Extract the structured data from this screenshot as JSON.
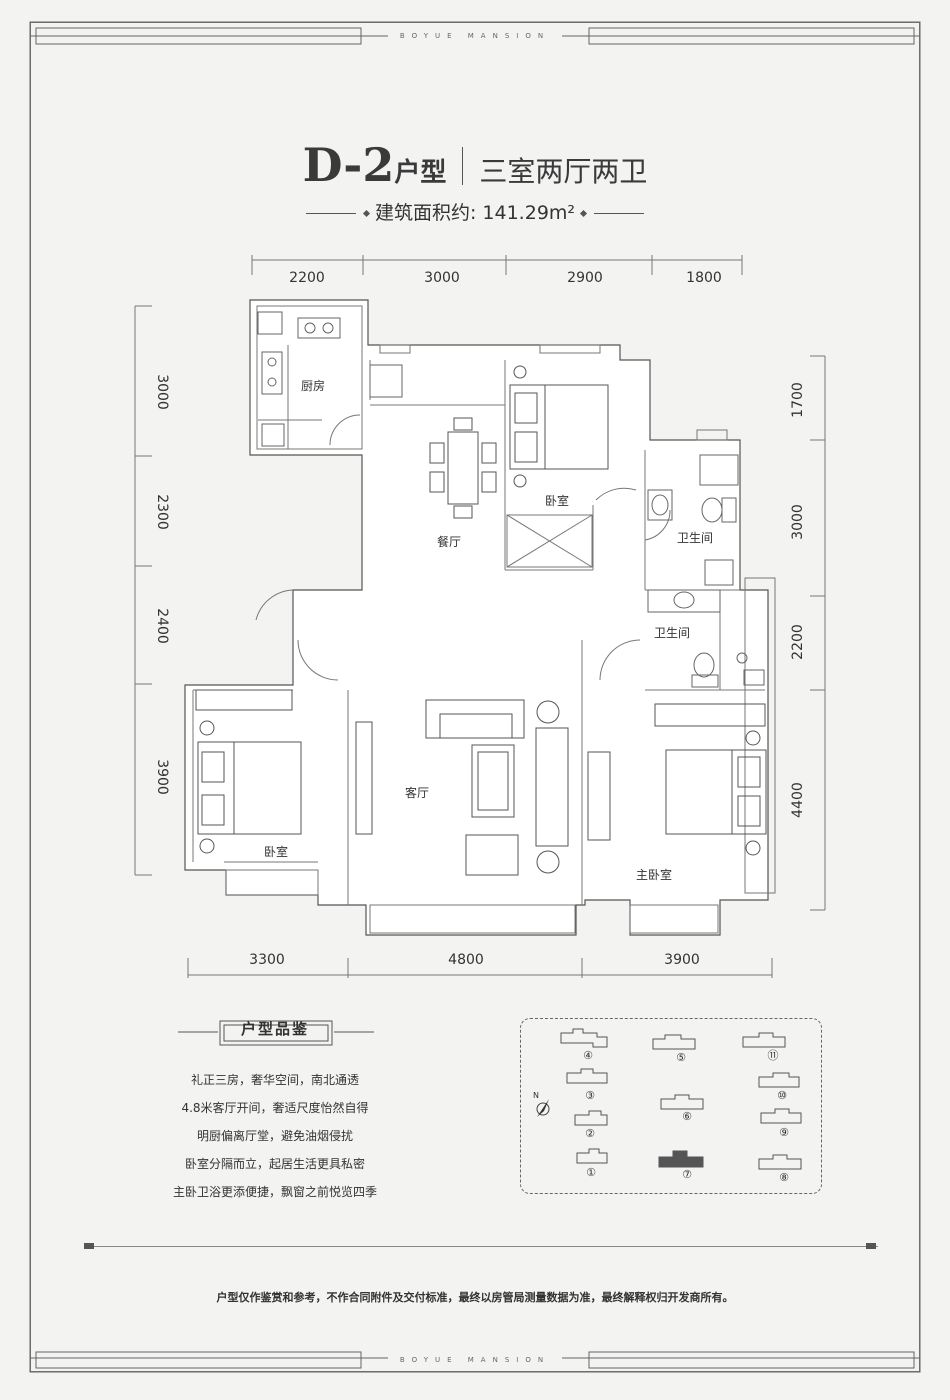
{
  "brand": "BOYUE MANSION",
  "unit": {
    "code": "D-2",
    "suffix": "户型",
    "rooms": "三室两厅两卫",
    "area_label": "建筑面积约:",
    "area_value": "141.29m²"
  },
  "dims": {
    "top": [
      "2200",
      "3000",
      "2900",
      "1800"
    ],
    "bottom": [
      "3300",
      "4800",
      "3900"
    ],
    "left": [
      "3000",
      "2300",
      "2400",
      "3900"
    ],
    "right": [
      "1700",
      "3000",
      "2200",
      "4400"
    ]
  },
  "room_labels": {
    "kitchen": "厨房",
    "dining": "餐厅",
    "bedroom_north": "卧室",
    "bath_1": "卫生间",
    "bath_2": "卫生间",
    "living": "客厅",
    "bedroom_west": "卧室",
    "master": "主卧室"
  },
  "features": {
    "title": "户型品鉴",
    "items": [
      "礼正三房，奢华空间，南北通透",
      "4.8米客厅开间，奢适尺度怡然自得",
      "明厨偏离厅堂，避免油烟侵扰",
      "卧室分隔而立，起居生活更具私密",
      "主卧卫浴更添便捷，飘窗之前悦览四季"
    ]
  },
  "key_map": {
    "north_label": "N",
    "buildings": [
      "④",
      "⑤",
      "⑪",
      "③",
      "⑩",
      "②",
      "⑥",
      "⑨",
      "①",
      "⑦",
      "⑧"
    ]
  },
  "disclaimer": "户型仅作鉴赏和参考，不作合同附件及交付标准，最终以房管局测量数据为准，最终解释权归开发商所有。"
}
